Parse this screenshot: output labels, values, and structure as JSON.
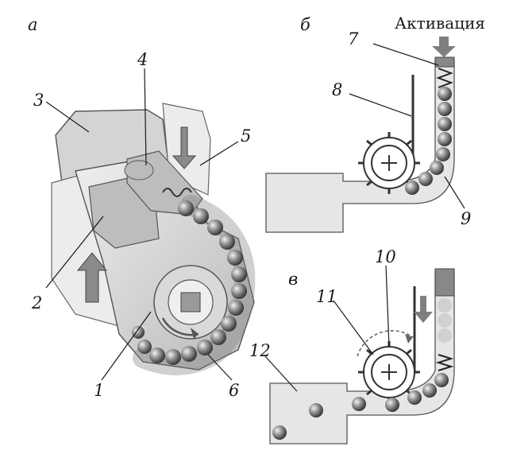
{
  "panels": {
    "a": {
      "letter": "а"
    },
    "b": {
      "letter": "б",
      "activation_label": "Активация"
    },
    "c": {
      "letter": "в"
    }
  },
  "callouts": [
    "1",
    "2",
    "3",
    "4",
    "5",
    "6",
    "7",
    "8",
    "9",
    "10",
    "11",
    "12"
  ],
  "colors": {
    "ink": "#1a1a1a",
    "metal": "#d4d4d4",
    "ball": "#7a7a7a",
    "arrow": "#7f7f7f"
  }
}
